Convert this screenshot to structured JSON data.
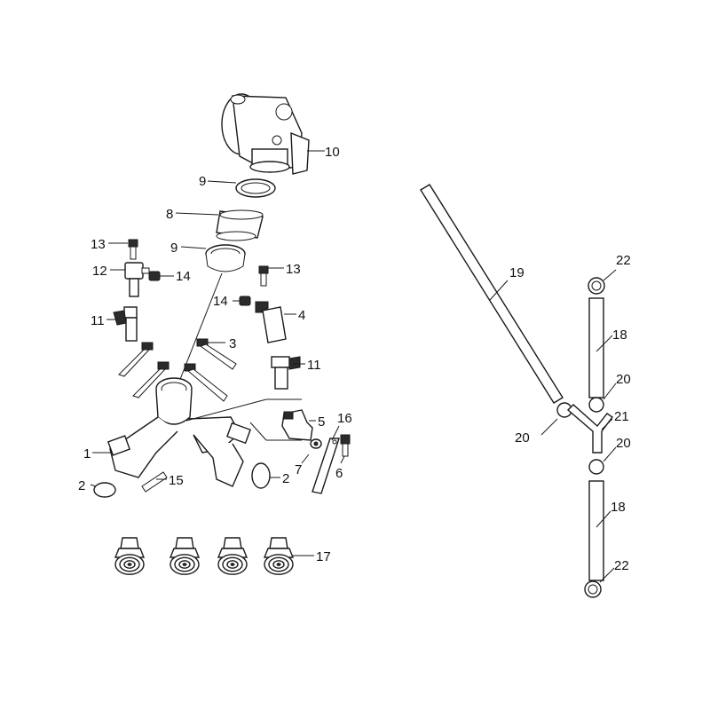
{
  "callouts": {
    "c1": "1",
    "c2a": "2",
    "c2b": "2",
    "c3": "3",
    "c4": "4",
    "c5": "5",
    "c6": "6",
    "c7": "7",
    "c8": "8",
    "c9a": "9",
    "c9b": "9",
    "c10": "10",
    "c11a": "11",
    "c11b": "11",
    "c12": "12",
    "c13a": "13",
    "c13b": "13",
    "c14a": "14",
    "c14b": "14",
    "c15": "15",
    "c16": "16",
    "c17": "17",
    "c18a": "18",
    "c18b": "18",
    "c19": "19",
    "c20a": "20",
    "c20b": "20",
    "c20c": "20",
    "c21": "21",
    "c22a": "22",
    "c22b": "22"
  },
  "colors": {
    "ink": "#1a1a1a",
    "background": "#ffffff"
  }
}
